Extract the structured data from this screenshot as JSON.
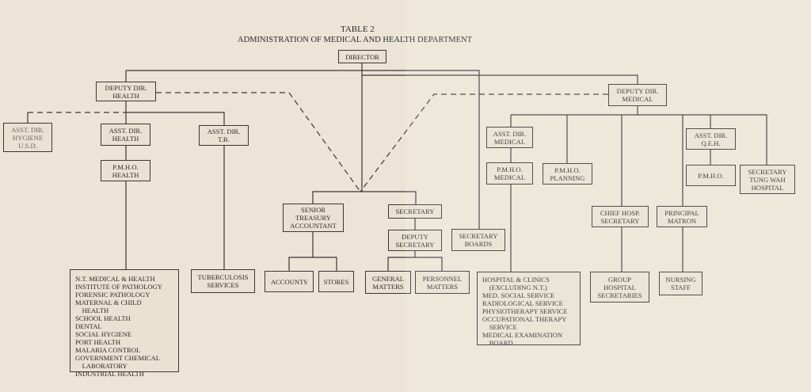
{
  "title": "TABLE 2",
  "subtitle": "ADMINISTRATION OF MEDICAL AND HEALTH DEPARTMENT",
  "nodes": {
    "director": "DIRECTOR",
    "deputy_health": "DEPUTY DIR.\nHEALTH",
    "asst_hygiene": "ASST. DIR.\nHYGIENE\nU.S.D.",
    "asst_health": "ASST. DIR.\nHEALTH",
    "asst_tb": "ASST. DIR.\nT.B.",
    "pmho_health": "P.M.H.O.\nHEALTH",
    "health_services": "N.T. MEDICAL & HEALTH\nINSTITUTE OF PATHOLOGY\nFORENSIC PATHOLOGY\nMATERNAL & CHILD\n    HEALTH\nSCHOOL HEALTH\nDENTAL\nSOCIAL HYGIENE\nPORT HEALTH\nMALARIA CONTROL\nGOVERNMENT CHEMICAL\n    LABORATORY\nINDUSTRIAL HEALTH",
    "tb_services": "TUBERCULOSIS\nSERVICES",
    "senior_treasury": "SENIOR\nTREASURY\nACCOUNTANT",
    "secretary": "SECRETARY",
    "deputy_secretary": "DEPUTY\nSECRETARY",
    "accounts": "ACCOUNTS",
    "stores": "STORES",
    "general_matters": "GENERAL\nMATTERS",
    "personnel_matters": "PERSONNEL\nMATTERS",
    "secretary_boards": "SECRETARY\nBOARDS",
    "deputy_medical": "DEPUTY DIR.\nMEDICAL",
    "asst_medical": "ASST. DIR.\nMEDICAL",
    "pmho_medical": "P.M.H.O.\nMEDICAL",
    "pmho_planning": "P.M.H.O.\nPLANNING",
    "chief_hosp_secretary": "CHIEF HOSP.\nSECRETARY",
    "principal_matron": "PRINCIPAL\nMATRON",
    "asst_qeh": "ASST. DIR.\nQ.E.H.",
    "pmho": "P.M.H.O.",
    "secretary_tung_wah": "SECRETARY\nTUNG WAH\nHOSPITAL",
    "hospital_clinics": "HOSPITAL & CLINICS\n    (EXCLUDING N.T.)\nMED. SOCIAL SERVICE\nRADIOLOGICAL SERVICE\nPHYSIOTHERAPY SERVICE\nOCCUPATIONAL THERAPY\n    SERVICE\nMEDICAL EXAMINATION\n    BOARD",
    "group_hospital_secretaries": "GROUP\nHOSPITAL\nSECRETARIES",
    "nursing_staff": "NURSING\nSTAFF"
  }
}
